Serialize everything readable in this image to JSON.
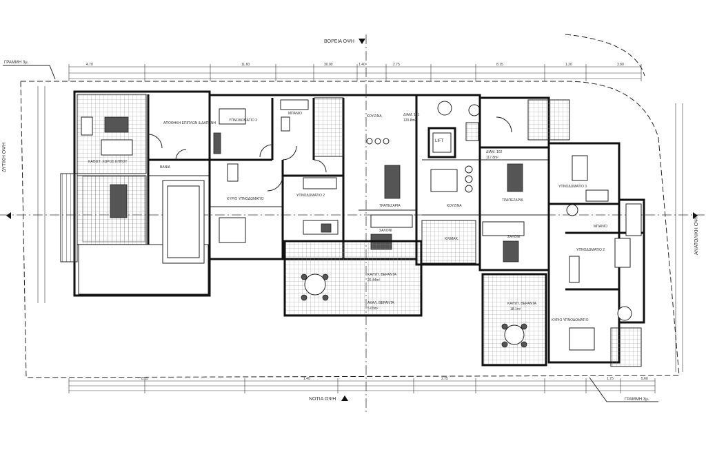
{
  "elevations": {
    "north": "ΒΟΡΕΙΑ ΟΨΗ",
    "south": "ΝΟΤΙΑ ΟΨΗ",
    "east": "ΑΝΑΤΟΛΙΚΗ ΟΨΗ",
    "west": "ΔΥΤΙΚΗ ΟΨΗ"
  },
  "building_line_top": "ΓΡΑΜΜΗ 3μ.",
  "building_line_bottom": "ΓΡΑΜΜΗ 3μ.",
  "dims_top_row1": [
    "4.70",
    "11.60",
    "30.00",
    "1.40",
    "2.75",
    "8.15",
    "1.20",
    "3.80"
  ],
  "dims_bottom_row1": [
    "8.15",
    "1.40",
    "2.75",
    "1.75",
    "5.60"
  ],
  "rooms": {
    "bedroom3_left": "ΥΠΝΟΔΩΜΑΤΙΟ 3",
    "storage": "ΑΠΟΘΗΚΗ ΕΠΙΠΛΩΝ & ΔΑΠΑΝΗ",
    "bath_left": "ΜΠΑΝΙΟ",
    "kitchen_left": "ΚΟΥΖΙΝΑ",
    "garden": "ΚΑΘΙΣΤ. ΧΩΡΟΣ ΚΗΠΟΥ",
    "bath_small": "ΒΑΝΙΑ",
    "master_left": "ΚΥΡΙΟ ΥΠΝΟΔΩΜΑΤΙΟ",
    "bedroom2_left": "ΥΠΝΟΔΩΜΑΤΙΟ 2",
    "dining_left": "ΤΡΑΠΕΖΑΡΙΑ",
    "living_left": "ΣΑΛΟΝΙ",
    "veranda_left": "ΚΑΛΥΠ. ΒΕΡΑΝΤΑ",
    "veranda_left_area": "26.44m²",
    "uncovered_left": "ΑΚΑΛ. ΒΕΡΑΝΤΑ",
    "uncovered_left_area": "5.65m²",
    "apt_left": "ΔΙΑΜ. 101",
    "apt_left_area": "120.8m²",
    "lift": "LIFT",
    "apt_right": "ΔΙΑΜ. 102",
    "apt_right_area": "117.8m²",
    "kitchen_right": "ΚΟΥΖΙΝΑ",
    "dining_right": "ΤΡΑΠΕΖΑΡΙΑ",
    "bedroom3_right": "ΥΠΝΟΔΩΜΑΤΙΟ 3",
    "bath_right": "ΜΠΑΝΙΟ",
    "living_right": "ΣΑΛΟΝΙ",
    "bedroom2_right": "ΥΠΝΟΔΩΜΑΤΙΟ 2",
    "veranda_right": "ΚΑΛΥΠ. ΒΕΡΑΝΤΑ",
    "veranda_right_area": "18.1m²",
    "master_right": "ΚΥΡΙΟ ΥΠΝΟΔΩΜΑΤΙΟ",
    "stair_label": "ΚΛΙΜΑΚ."
  }
}
